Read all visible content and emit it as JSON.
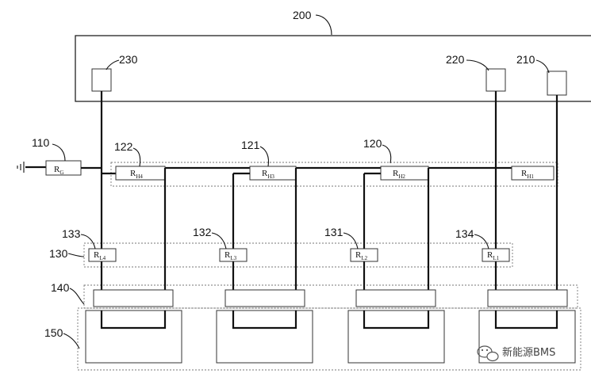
{
  "labels": {
    "controller": "200",
    "sensor_230": "230",
    "sensor_220": "220",
    "sensor_210": "210",
    "ground_resistor": "110",
    "high_group_122": "122",
    "high_group_121": "121",
    "high_group_120": "120",
    "low_133": "133",
    "low_132": "132",
    "low_131": "131",
    "low_134": "134",
    "low_group": "130",
    "layer_140": "140",
    "layer_150": "150"
  },
  "resistors": {
    "rg": {
      "main": "R",
      "sub": "G"
    },
    "rh4": {
      "main": "R",
      "sub": "H4"
    },
    "rh3": {
      "main": "R",
      "sub": "H3"
    },
    "rh2": {
      "main": "R",
      "sub": "H2"
    },
    "rh1": {
      "main": "R",
      "sub": "H1"
    },
    "rl4": {
      "main": "R",
      "sub": "L4"
    },
    "rl3": {
      "main": "R",
      "sub": "L3"
    },
    "rl2": {
      "main": "R",
      "sub": "L2"
    },
    "rl1": {
      "main": "R",
      "sub": "L1"
    }
  },
  "watermark": "新能源BMS"
}
